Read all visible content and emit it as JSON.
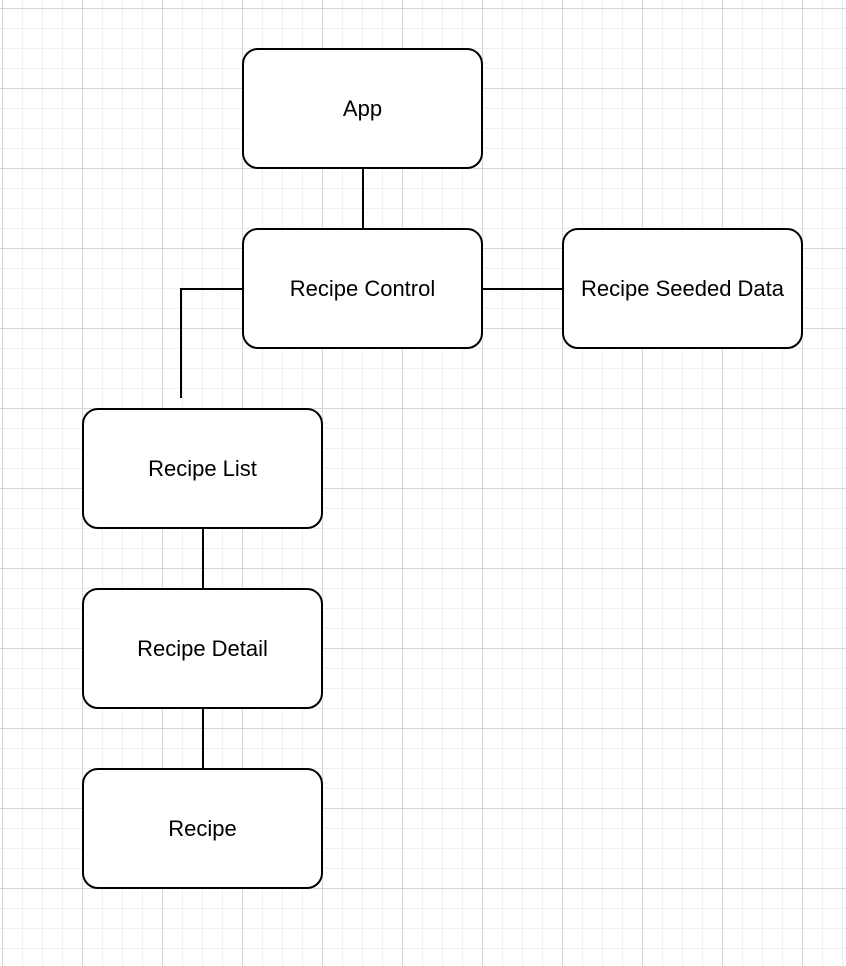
{
  "diagram": {
    "nodes": [
      {
        "id": "app",
        "label": "App"
      },
      {
        "id": "recipe-control",
        "label": "Recipe Control"
      },
      {
        "id": "recipe-seeded-data",
        "label": "Recipe Seeded Data"
      },
      {
        "id": "recipe-list",
        "label": "Recipe List"
      },
      {
        "id": "recipe-detail",
        "label": "Recipe Detail"
      },
      {
        "id": "recipe",
        "label": "Recipe"
      }
    ],
    "edges": [
      {
        "from": "app",
        "to": "recipe-control"
      },
      {
        "from": "recipe-control",
        "to": "recipe-seeded-data"
      },
      {
        "from": "recipe-control",
        "to": "recipe-list"
      },
      {
        "from": "recipe-list",
        "to": "recipe-detail"
      },
      {
        "from": "recipe-detail",
        "to": "recipe"
      }
    ]
  },
  "colors": {
    "stroke": "#000000",
    "node_fill": "#ffffff",
    "grid_major": "#d6d6d6",
    "grid_minor": "#efefef",
    "background": "#ffffff"
  }
}
